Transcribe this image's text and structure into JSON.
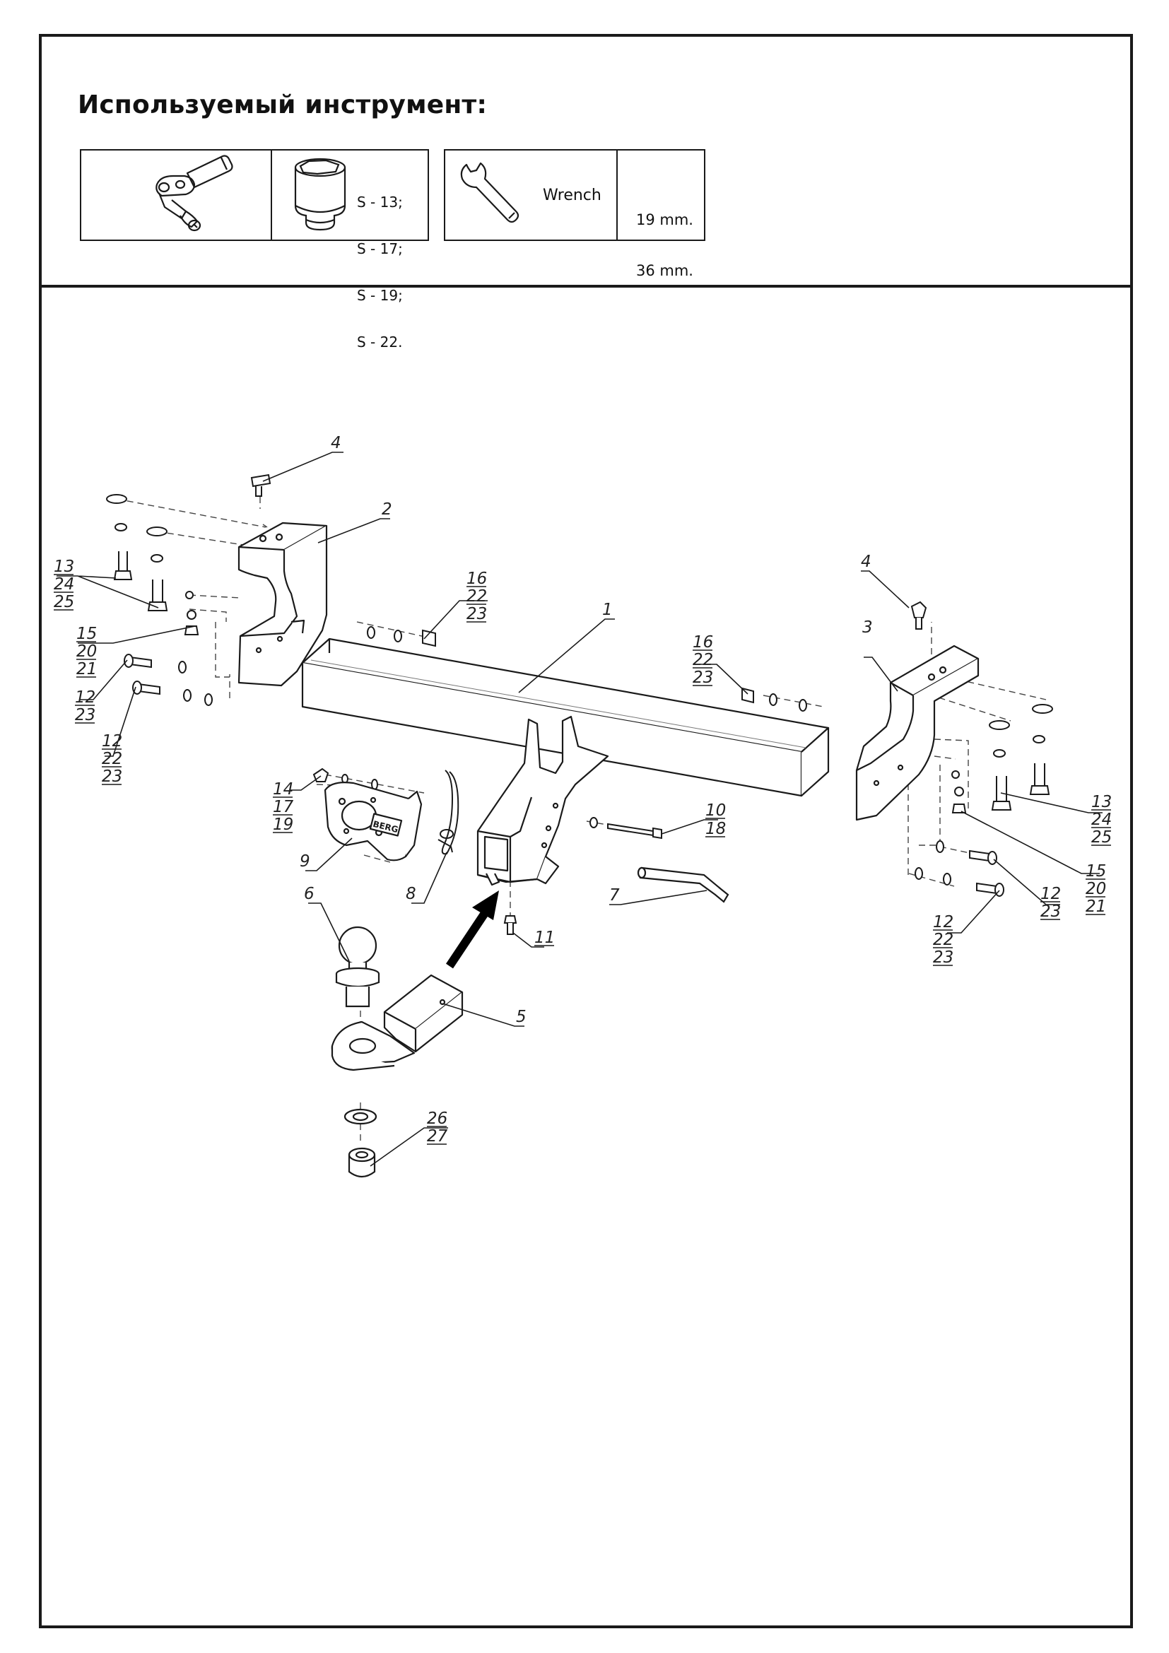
{
  "header": {
    "title": "Используемый инструмент:"
  },
  "tools": {
    "socket_sizes": [
      "S - 13;",
      "S - 17;",
      "S - 19;",
      "S - 22."
    ],
    "wrench_label": "Wrench",
    "wrench_sizes": [
      "19 mm.",
      "36 mm."
    ]
  },
  "icons": [
    "ratchet-icon",
    "socket-icon",
    "wrench-icon",
    "arrow-icon"
  ],
  "diagram": {
    "callouts": {
      "c1": "1",
      "c2": "2",
      "c3": "3",
      "c4a": "4",
      "c4b": "4",
      "c5": "5",
      "c6": "6",
      "c7": "7",
      "c8": "8",
      "c9": "9",
      "c10": [
        "10",
        "18"
      ],
      "c11": "11",
      "c12a": [
        "12",
        "23"
      ],
      "c12b": [
        "12",
        "22",
        "23"
      ],
      "c12c": [
        "12",
        "23"
      ],
      "c12d": [
        "12",
        "22",
        "23"
      ],
      "c13a": [
        "13",
        "24",
        "25"
      ],
      "c13b": [
        "13",
        "24",
        "25"
      ],
      "c14": [
        "14",
        "17",
        "19"
      ],
      "c15a": [
        "15",
        "20",
        "21"
      ],
      "c15b": [
        "15",
        "20",
        "21"
      ],
      "c16a": [
        "16",
        "22",
        "23"
      ],
      "c16b": [
        "16",
        "22",
        "23"
      ],
      "c26": [
        "26",
        "27"
      ]
    },
    "plate_text": "BERG"
  }
}
